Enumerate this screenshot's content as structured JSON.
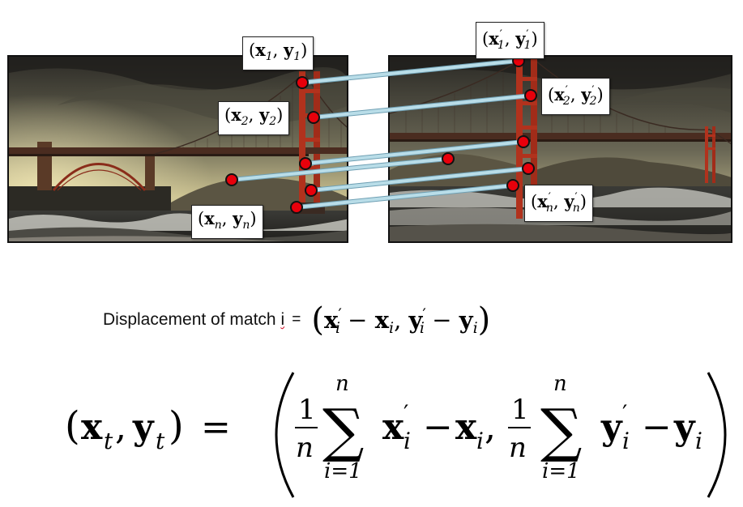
{
  "left_image": {
    "labels": {
      "first": {
        "x": "x",
        "y": "y",
        "sub": "1"
      },
      "second": {
        "x": "x",
        "y": "y",
        "sub": "2"
      },
      "last": {
        "x": "x",
        "y": "y",
        "sub": "n"
      }
    }
  },
  "right_image": {
    "labels": {
      "first": {
        "x": "x",
        "y": "y",
        "sub": "1",
        "prime": "′"
      },
      "second": {
        "x": "x",
        "y": "y",
        "sub": "2",
        "prime": "′"
      },
      "last": {
        "x": "x",
        "y": "y",
        "sub": "n",
        "prime": "′"
      }
    }
  },
  "displacement": {
    "text": "Displacement of match",
    "index": "i",
    "equals": "=",
    "x": "x",
    "y": "y",
    "sub": "i",
    "prime": "′",
    "minus": "−"
  },
  "translation_formula": {
    "x": "x",
    "y": "y",
    "sub_t": "t",
    "equals": "=",
    "frac_num": "1",
    "frac_den": "n",
    "sum": "∑",
    "sum_upper": "n",
    "sum_lower": "i=1",
    "sub_i": "i",
    "prime": "′",
    "minus": "−",
    "comma": ","
  },
  "colors": {
    "match_point": "#e8000b",
    "match_line": "#b9dde8",
    "match_line_edge": "#6e9fb3",
    "tower": "#b1321d"
  }
}
